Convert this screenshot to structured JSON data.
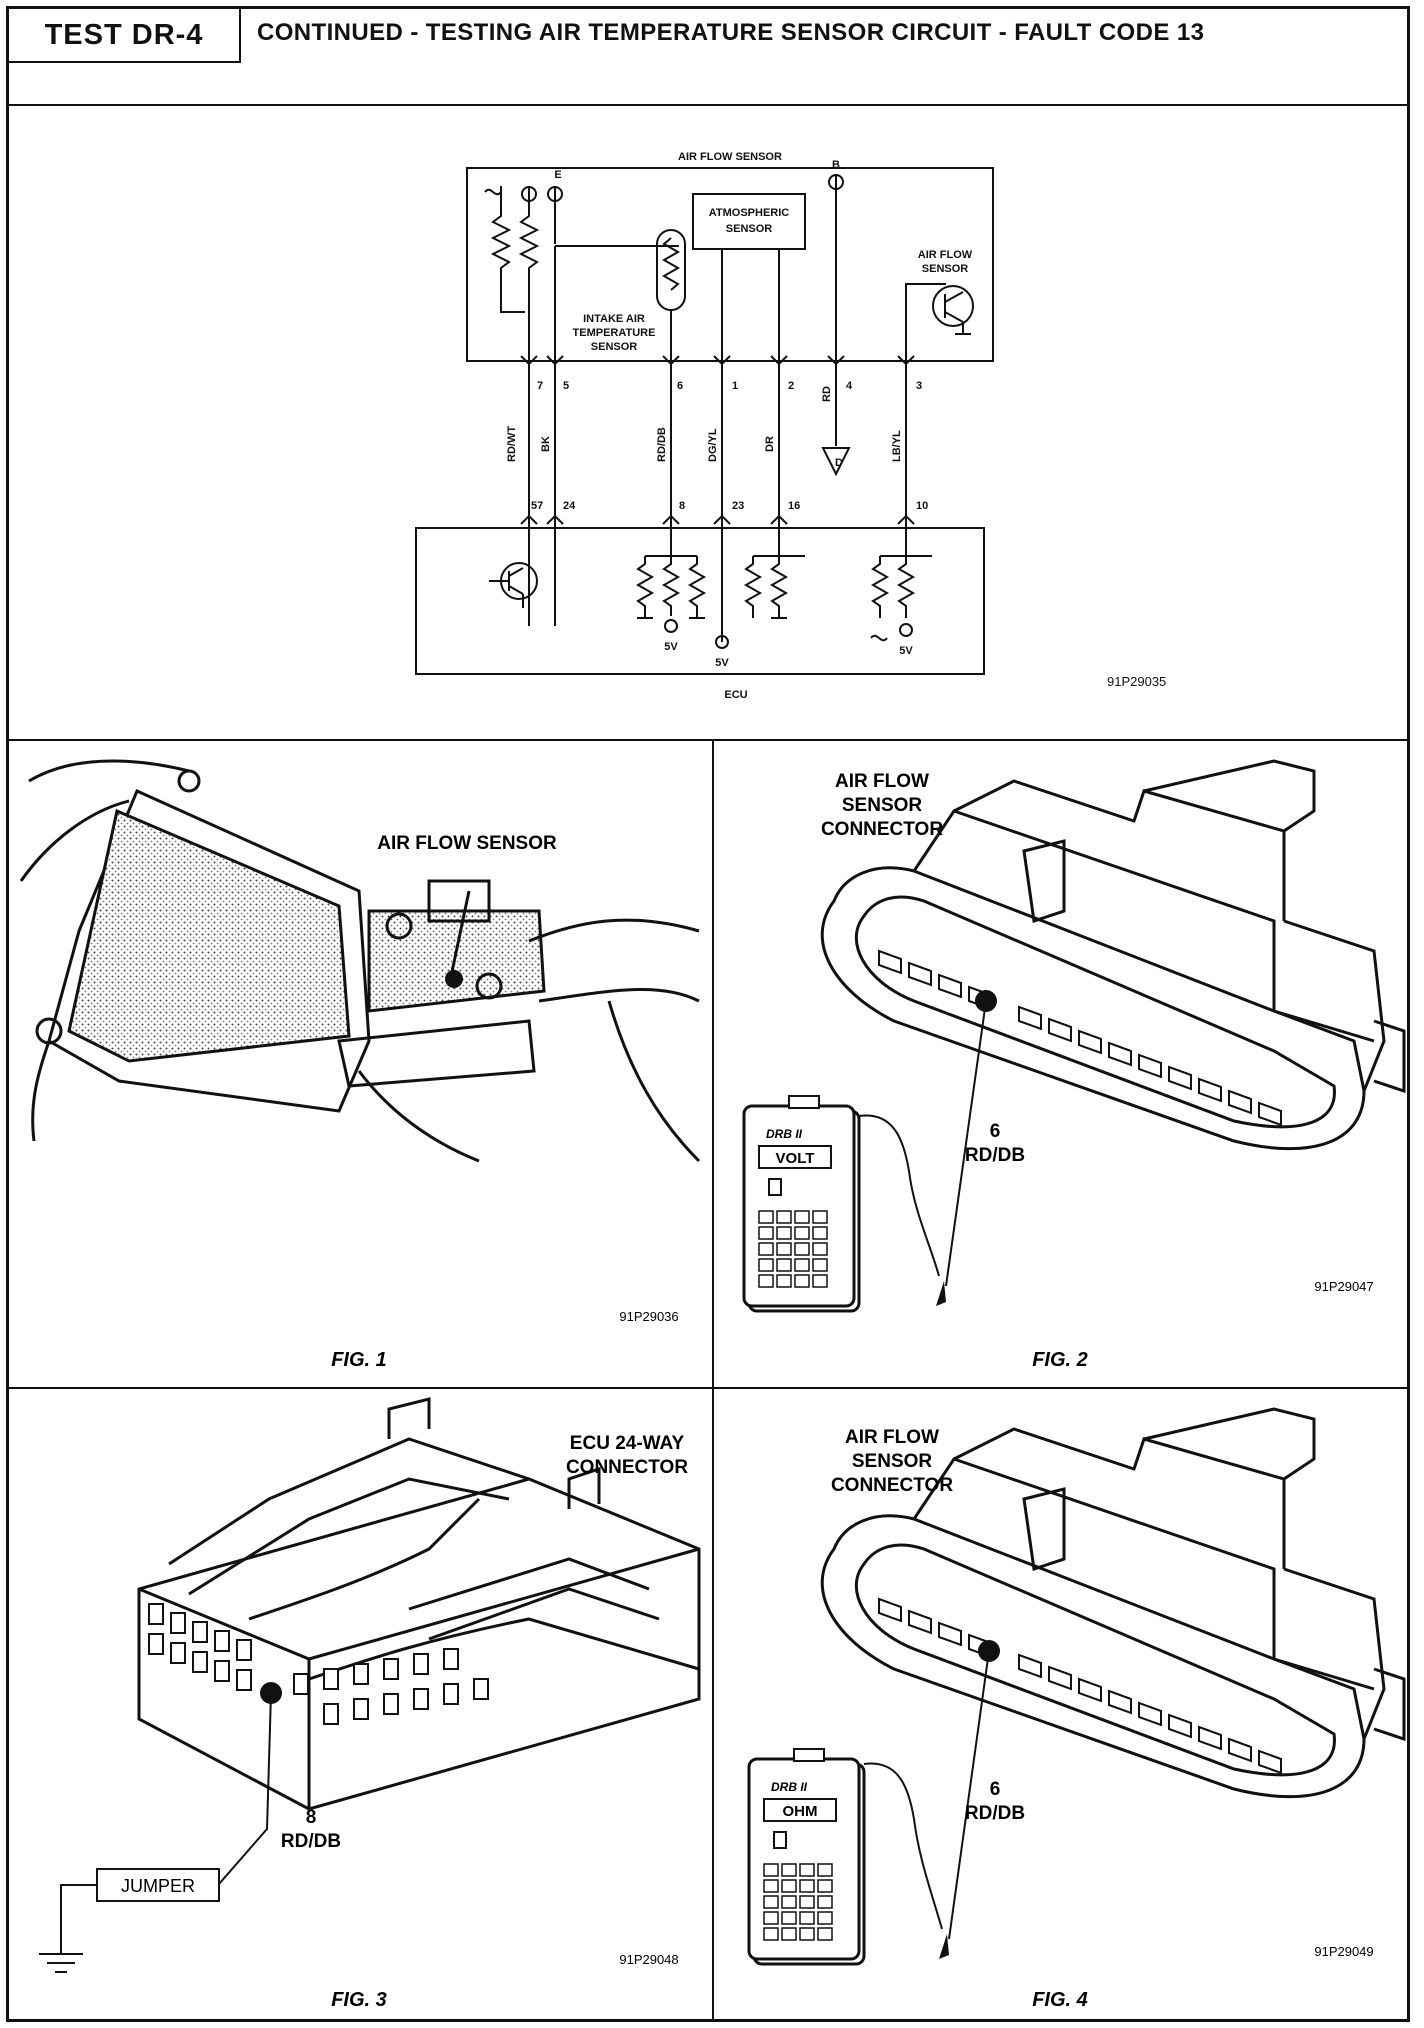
{
  "header": {
    "test_id": "TEST DR-4",
    "title": "CONTINUED - TESTING AIR TEMPERATURE SENSOR CIRCUIT - FAULT CODE 13"
  },
  "schematic": {
    "sensor_box_label": "AIR FLOW SENSOR",
    "atmospheric_sensor": [
      "ATMOSPHERIC",
      "SENSOR"
    ],
    "intake_air_temp_sensor": [
      "INTAKE AIR",
      "TEMPERATURE",
      "SENSOR"
    ],
    "air_flow_sensor_inner": [
      "AIR FLOW",
      "SENSOR"
    ],
    "terminal_e": "E",
    "terminal_b": "B",
    "sensor_pins": [
      "7",
      "5",
      "6",
      "1",
      "2",
      "4",
      "3"
    ],
    "wires": [
      "RD/WT",
      "BK",
      "RD/DB",
      "DG/YL",
      "DR",
      "RD",
      "LB/YL"
    ],
    "ground_tag": "D",
    "ecu_pins": [
      "57",
      "24",
      "8",
      "23",
      "16",
      "10"
    ],
    "ecu_label": "ECU",
    "ref_5v": "5V",
    "code": "91P29035"
  },
  "figures": {
    "fig1": {
      "caption": "FIG. 1",
      "label": "AIR FLOW SENSOR",
      "code": "91P29036"
    },
    "fig2": {
      "caption": "FIG. 2",
      "label": [
        "AIR FLOW",
        "SENSOR",
        "CONNECTOR"
      ],
      "pin": "6",
      "wire": "RD/DB",
      "tester_brand": "DRB II",
      "tester_mode": "VOLT",
      "code": "91P29047"
    },
    "fig3": {
      "caption": "FIG. 3",
      "label": [
        "ECU 24-WAY",
        "CONNECTOR"
      ],
      "pin": "8",
      "wire": "RD/DB",
      "jumper": "JUMPER",
      "code": "91P29048"
    },
    "fig4": {
      "caption": "FIG. 4",
      "label": [
        "AIR FLOW",
        "SENSOR",
        "CONNECTOR"
      ],
      "pin": "6",
      "wire": "RD/DB",
      "tester_brand": "DRB II",
      "tester_mode": "OHM",
      "code": "91P29049"
    }
  }
}
